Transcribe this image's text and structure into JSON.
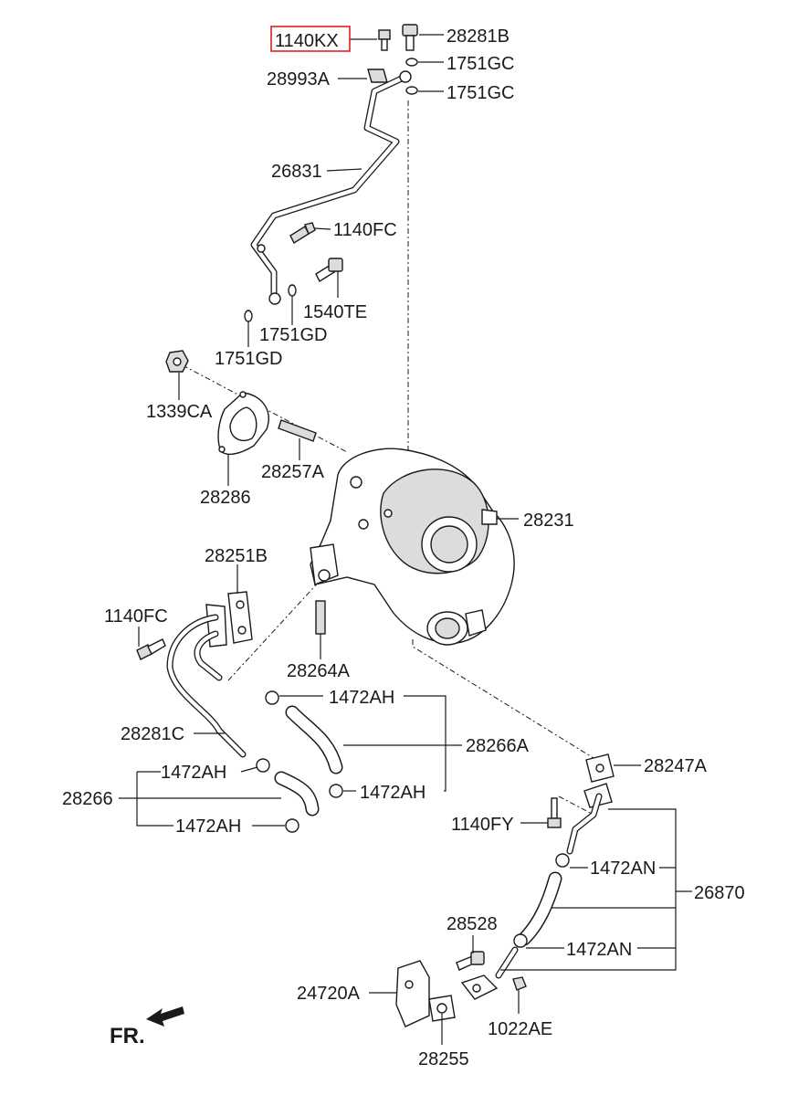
{
  "diagram": {
    "highlighted_part": "1140KX",
    "highlight_color": "#e02020",
    "front_marker": "FR.",
    "labels": {
      "p1140KX": "1140KX",
      "p28281B": "28281B",
      "p1751GC_a": "1751GC",
      "p28993A": "28993A",
      "p1751GC_b": "1751GC",
      "p26831": "26831",
      "p1140FC_a": "1140FC",
      "p1540TE": "1540TE",
      "p1751GD_a": "1751GD",
      "p1751GD_b": "1751GD",
      "p1339CA": "1339CA",
      "p28257A": "28257A",
      "p28286": "28286",
      "p28231": "28231",
      "p28251B": "28251B",
      "p1140FC_b": "1140FC",
      "p28264A": "28264A",
      "p1472AH_a": "1472AH",
      "p28281C": "28281C",
      "p28266A": "28266A",
      "p1472AH_b": "1472AH",
      "p1472AH_c": "1472AH",
      "p28266": "28266",
      "p1472AH_d": "1472AH",
      "p28247A": "28247A",
      "p1140FY": "1140FY",
      "p1472AN_a": "1472AN",
      "p26870": "26870",
      "p28528": "28528",
      "p1472AN_b": "1472AN",
      "p24720A": "24720A",
      "p1022AE": "1022AE",
      "p28255": "28255"
    }
  }
}
